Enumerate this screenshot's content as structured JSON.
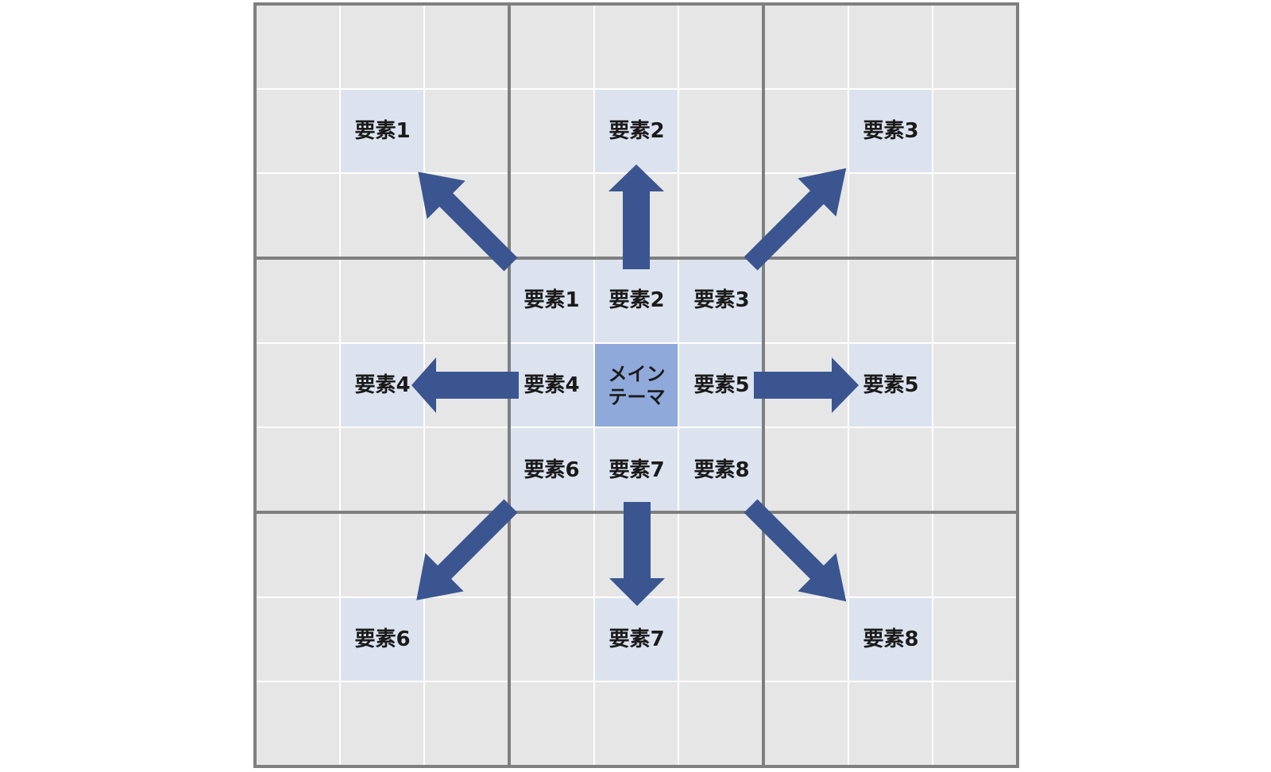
{
  "main_theme": {
    "line1": "メイン",
    "line2": "テーマ"
  },
  "center_elements": [
    "要素1",
    "要素2",
    "要素3",
    "要素4",
    "要素5",
    "要素6",
    "要素7",
    "要素8"
  ],
  "outer_elements": [
    "要素1",
    "要素2",
    "要素3",
    "要素4",
    "要素5",
    "要素6",
    "要素7",
    "要素8"
  ],
  "colors": {
    "grid_background": "#e6e6e6",
    "element_cell": "#dce3ef",
    "main_cell": "#8fa9da",
    "arrow": "#3a5590",
    "thick_line": "#7f7f7f",
    "thin_line": "#ffffff"
  }
}
